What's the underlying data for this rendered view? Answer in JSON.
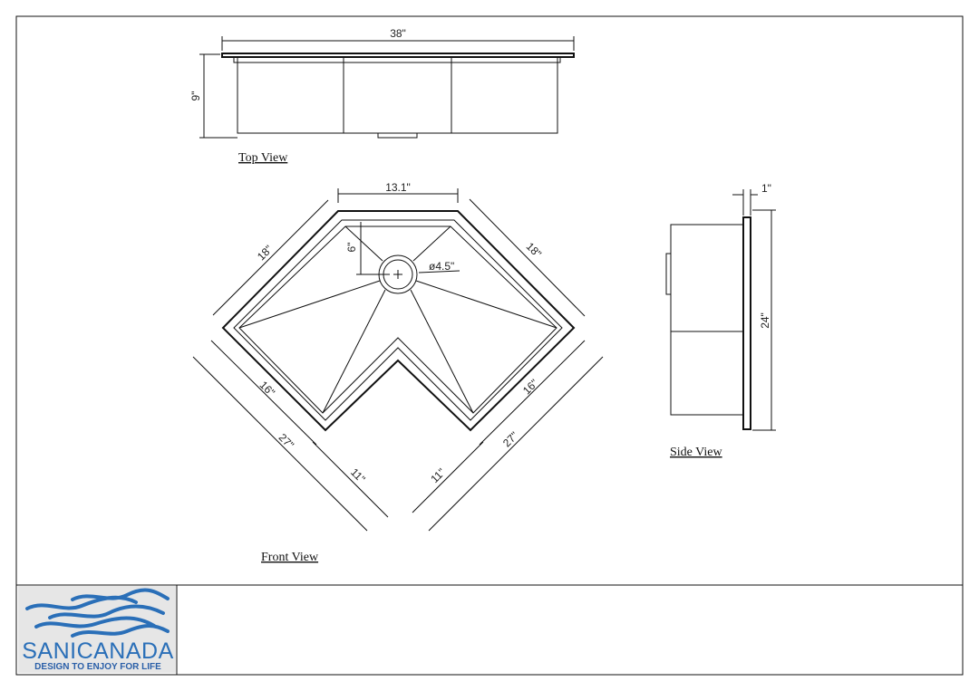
{
  "views": {
    "top": "Top View",
    "front": "Front View",
    "side": "Side View"
  },
  "dimensions": {
    "top_width": "38\"",
    "top_height": "9\"",
    "front_top": "13.1\"",
    "front_left_edge": "18\"",
    "front_right_edge": "18\"",
    "front_drain_offset": "6\"",
    "front_drain_dia": "ø4.5\"",
    "front_left_16": "16\"",
    "front_right_16": "16\"",
    "front_left_27": "27\"",
    "front_right_27": "27\"",
    "front_left_11": "11\"",
    "front_right_11": "11\"",
    "side_flange": "1\"",
    "side_height": "24\""
  },
  "logo": {
    "brand": "SANICANADA",
    "tagline": "DESIGN TO ENJOY FOR LIFE",
    "color": "#2a6fb8"
  }
}
